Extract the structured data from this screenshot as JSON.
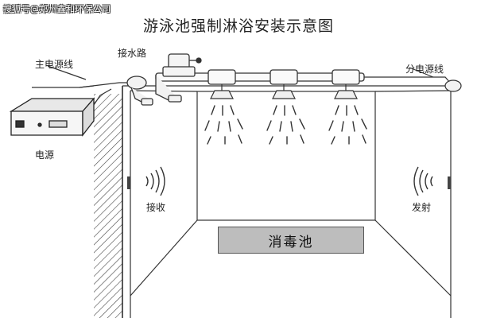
{
  "watermark": "搜狐号@郑州鑫和环保公司",
  "title": "游泳池强制淋浴安装示意图",
  "labels": {
    "main_power_line": "主电源线",
    "water_inlet": "接水路",
    "branch_power_line": "分电源线",
    "power_supply": "电源",
    "receiver": "接收",
    "transmitter": "发射",
    "disinfection_pool": "消毒池"
  },
  "icons": [
    "power-supply-box-icon",
    "solenoid-valve-icon",
    "shower-nozzle-icon",
    "sensor-receiver-icon",
    "sensor-transmitter-icon",
    "signal-waves-icon"
  ]
}
